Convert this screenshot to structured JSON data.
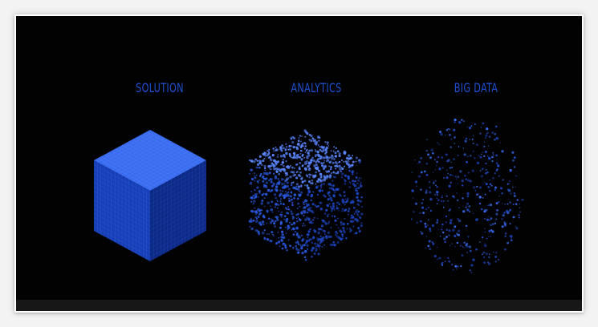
{
  "panels": [
    {
      "label": "SOLUTION",
      "density": 1.0,
      "kind": "solid"
    },
    {
      "label": "ANALYTICS",
      "density": 0.62,
      "kind": "dotted"
    },
    {
      "label": "BIG DATA",
      "density": 0.28,
      "kind": "scatter"
    }
  ],
  "colors": {
    "background": "#020202",
    "label": "#1f4fd1",
    "top_face": "#3a6cf0",
    "left_face": "#1740b8",
    "right_face": "#0d2a86",
    "grid": "#5f87ff"
  }
}
